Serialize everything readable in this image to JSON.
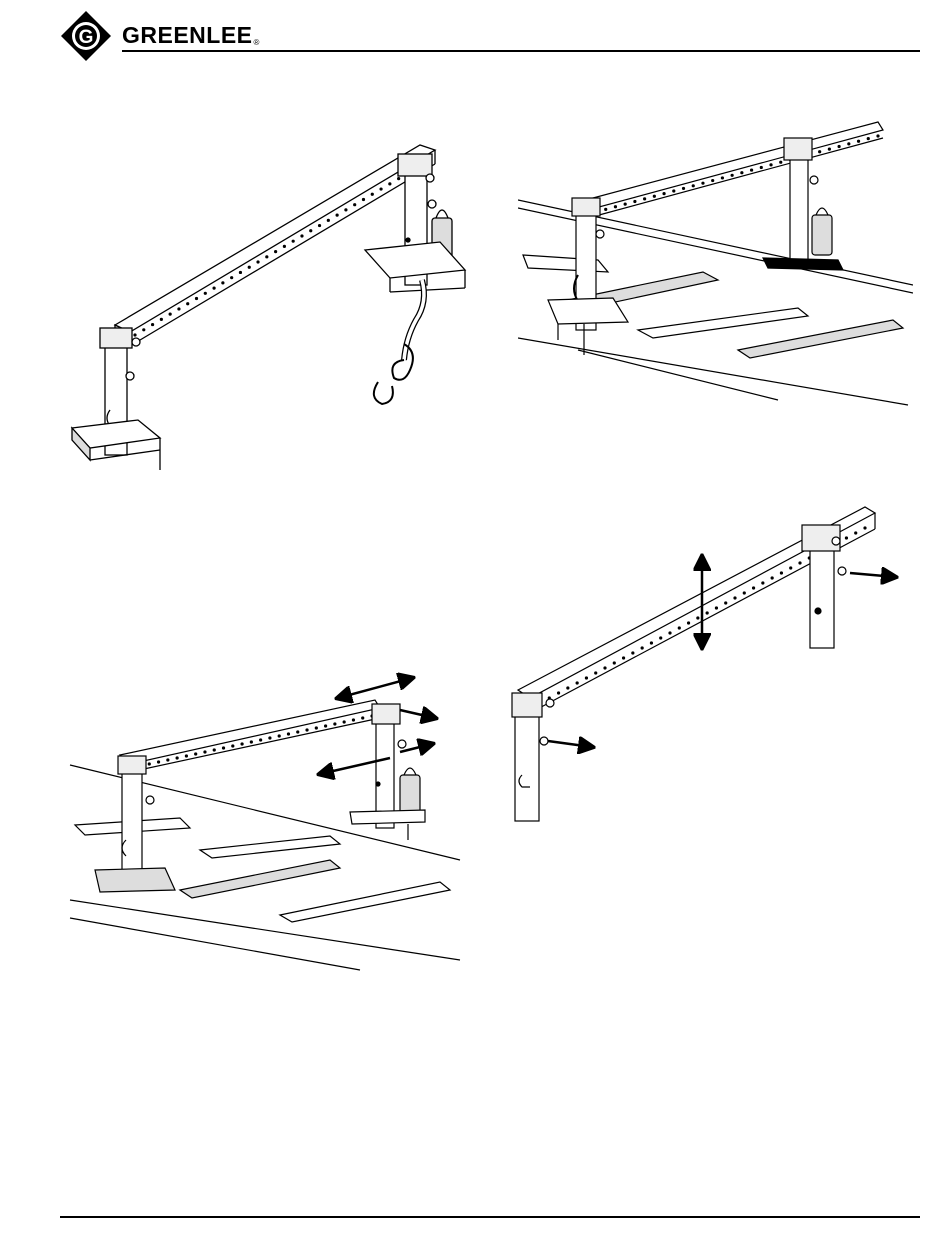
{
  "header": {
    "brand_name": "GREENLEE",
    "registered_mark": "®",
    "logo_letter": "G",
    "logo_icon": "greenlee-diamond-logo-icon"
  },
  "figures": [
    {
      "name": "figure-standalone-assembly",
      "icon": "beam-support-with-hook-illustration"
    },
    {
      "name": "figure-mounted-on-tray",
      "icon": "beam-support-on-cable-tray-illustration"
    },
    {
      "name": "figure-adjust-on-tray",
      "icon": "beam-adjustment-arrows-illustration"
    },
    {
      "name": "figure-height-adjust",
      "icon": "beam-height-adjust-arrows-illustration"
    }
  ],
  "colors": {
    "ink": "#000000",
    "paper": "#ffffff",
    "shade": "#dddddd"
  }
}
